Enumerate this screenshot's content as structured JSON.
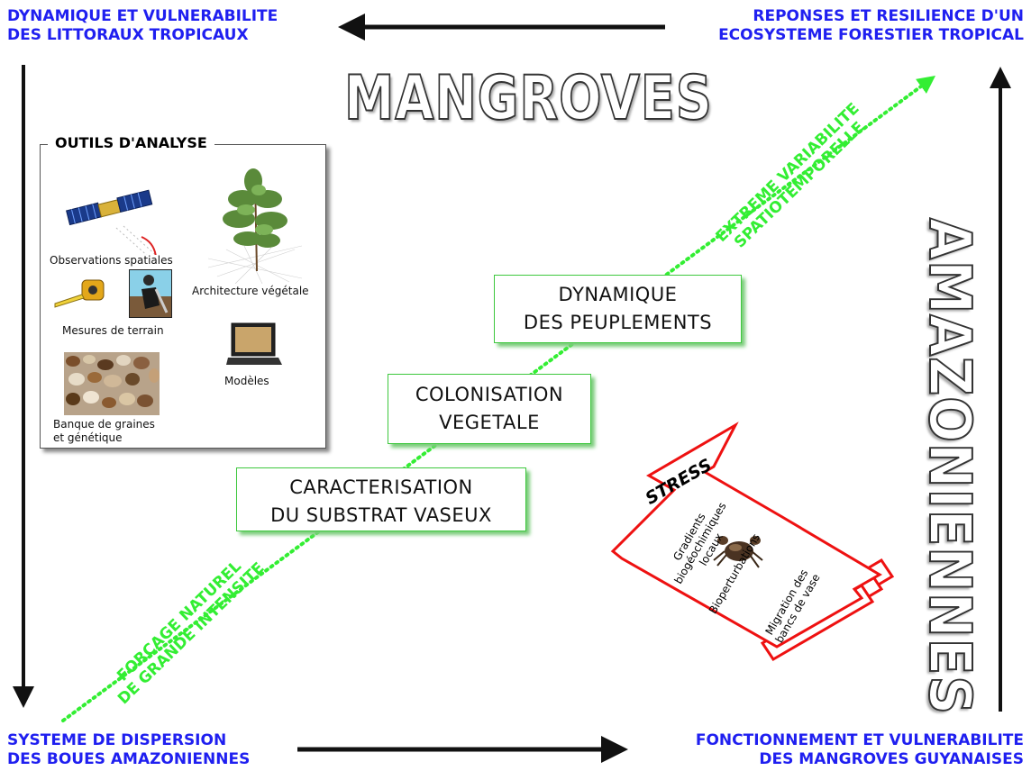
{
  "corners": {
    "top_left": [
      "DYNAMIQUE ET VULNERABILITE",
      "DES LITTORAUX TROPICAUX"
    ],
    "top_right": [
      "REPONSES ET RESILIENCE D'UN",
      "ECOSYSTEME FORESTIER TROPICAL"
    ],
    "bottom_left": [
      "SYSTEME DE DISPERSION",
      "DES BOUES AMAZONIENNES"
    ],
    "bottom_right": [
      "FONCTIONNEMENT ET VULNERABILITE",
      "DES MANGROVES GUYANAISES"
    ]
  },
  "titles": {
    "main": "MANGROVES",
    "side": "AMAZONIENNES"
  },
  "outils": {
    "title": "OUTILS D'ANALYSE",
    "items": [
      {
        "label": "Observations spatiales",
        "icon": "satellite-icon"
      },
      {
        "label": "Architecture végétale",
        "icon": "tree-icon"
      },
      {
        "label": "Mesures de terrain",
        "icon": "tape-measure-icon"
      },
      {
        "label": "Modèles",
        "icon": "laptop-icon"
      },
      {
        "label": "Banque de graines",
        "label2": "et génétique",
        "icon": "seeds-icon"
      },
      {
        "label": "",
        "icon": "field-work-icon"
      }
    ]
  },
  "stages": [
    {
      "line1": "CARACTERISATION",
      "line2": "DU SUBSTRAT VASEUX"
    },
    {
      "line1": "COLONISATION",
      "line2": "VEGETALE"
    },
    {
      "line1": "DYNAMIQUE",
      "line2": "DES PEUPLEMENTS"
    }
  ],
  "diagonal": {
    "bottom": [
      "FORCAGE NATUREL",
      "DE GRANDE INTENSITE"
    ],
    "top": [
      "EXTREME VARIABILITE",
      "SPATIOTEMPORELLE"
    ]
  },
  "stress": {
    "title": "STRESS",
    "items": [
      "Gradients",
      "biogéochimiques",
      "locaux",
      "Bioperturbations",
      "Migration des",
      "bancs de vase"
    ]
  },
  "colors": {
    "corner_text": "#1f1ff0",
    "green_accent": "#33ee33",
    "stage_border": "#3ec83e",
    "stress_red": "#ee1111",
    "arrow": "#111111"
  }
}
